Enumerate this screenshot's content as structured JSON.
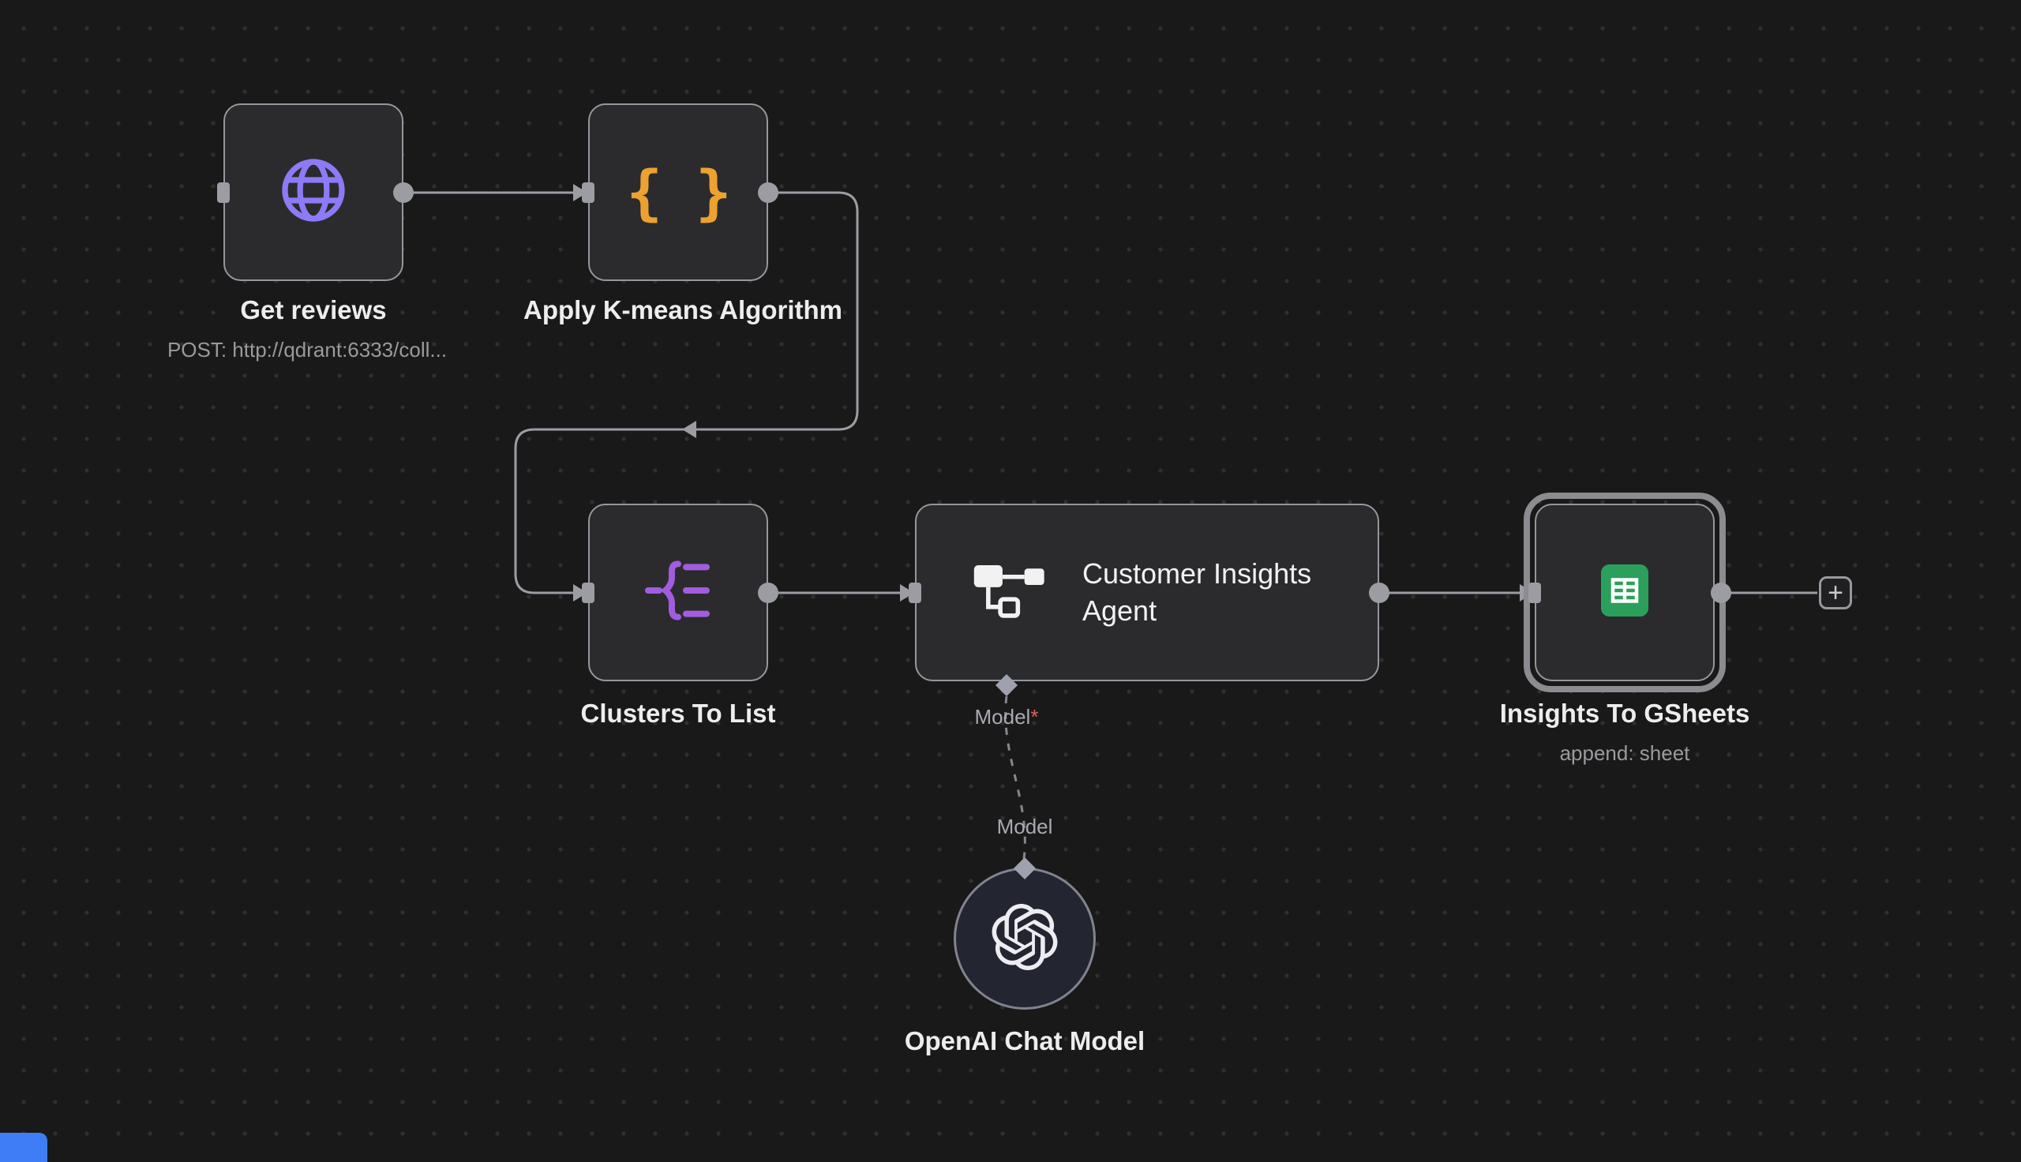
{
  "workflow": {
    "nodes": {
      "get_reviews": {
        "label": "Get reviews",
        "sublabel": "POST: http://qdrant:6333/coll...",
        "icon": "globe-icon",
        "icon_color": "#8d7af7"
      },
      "kmeans": {
        "label": "Apply K-means Algorithm",
        "icon": "curly-braces-icon",
        "icon_glyph": "{ }",
        "icon_color": "#eda12f"
      },
      "clusters": {
        "label": "Clusters To List",
        "icon": "list-split-icon",
        "icon_color": "#a15ce0"
      },
      "agent": {
        "label": "Customer Insights Agent",
        "icon": "agent-flow-icon",
        "model_port": {
          "label": "Model",
          "required_marker": "*"
        }
      },
      "gsheets": {
        "label": "Insights To GSheets",
        "sublabel": "append: sheet",
        "icon": "google-sheets-icon",
        "icon_color": "#2aa05c",
        "selected": true
      },
      "openai": {
        "label": "OpenAI Chat Model",
        "icon": "openai-icon",
        "port_label": "Model"
      }
    },
    "controls": {
      "add_node": "+"
    },
    "theme": {
      "canvas_bg": "#191919",
      "dot_color": "#2f2f2f",
      "node_bg": "#2b2b2e",
      "node_border": "#96969c",
      "connector_color": "#9c9da3",
      "selection_ring": "#8b8b90",
      "required_marker_color": "#e0615f",
      "accent_blue": "#3f7df6"
    }
  }
}
